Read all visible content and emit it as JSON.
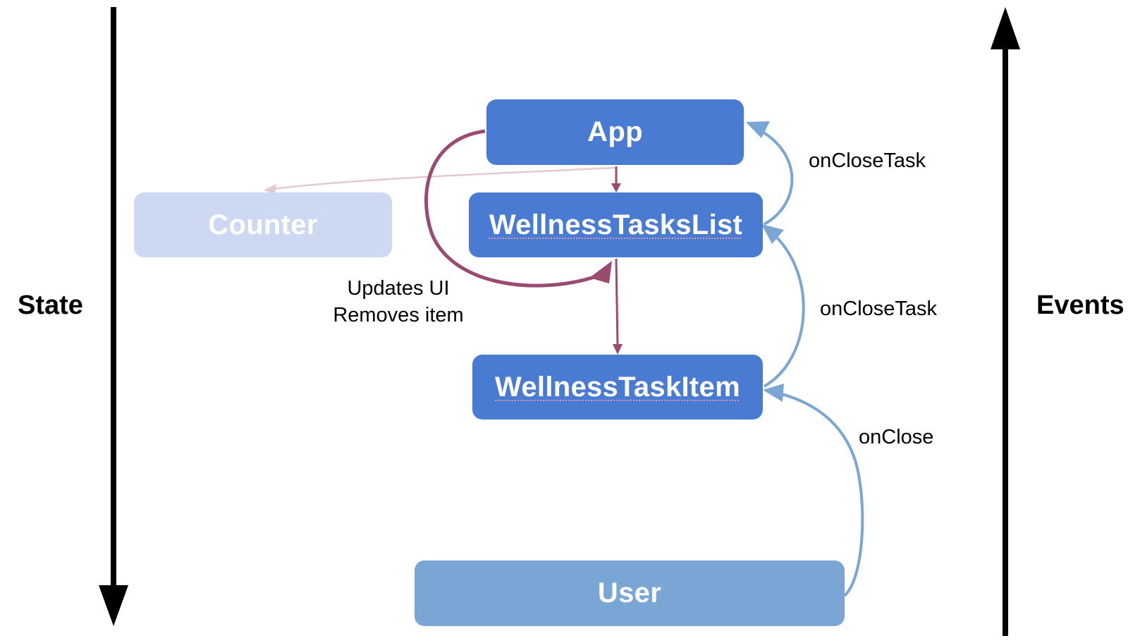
{
  "axes": {
    "left_label": "State",
    "right_label": "Events"
  },
  "nodes": {
    "app": "App",
    "list": "WellnessTasksList",
    "item": "WellnessTaskItem",
    "counter": "Counter",
    "user": "User"
  },
  "edge_labels": {
    "list_to_app": "onCloseTask",
    "item_to_list": "onCloseTask",
    "user_to_item": "onClose",
    "state_update_line1": "Updates UI",
    "state_update_line2": "Removes item"
  },
  "colors": {
    "node_primary": "#4a7bd3",
    "node_faded": "#cdd9f3",
    "node_user": "#7aa6d6",
    "event_arrow": "#7aa6d6",
    "state_arrow": "#9b4a72",
    "faded_arrow": "#e5c9d2",
    "axis_arrow": "#000000"
  }
}
